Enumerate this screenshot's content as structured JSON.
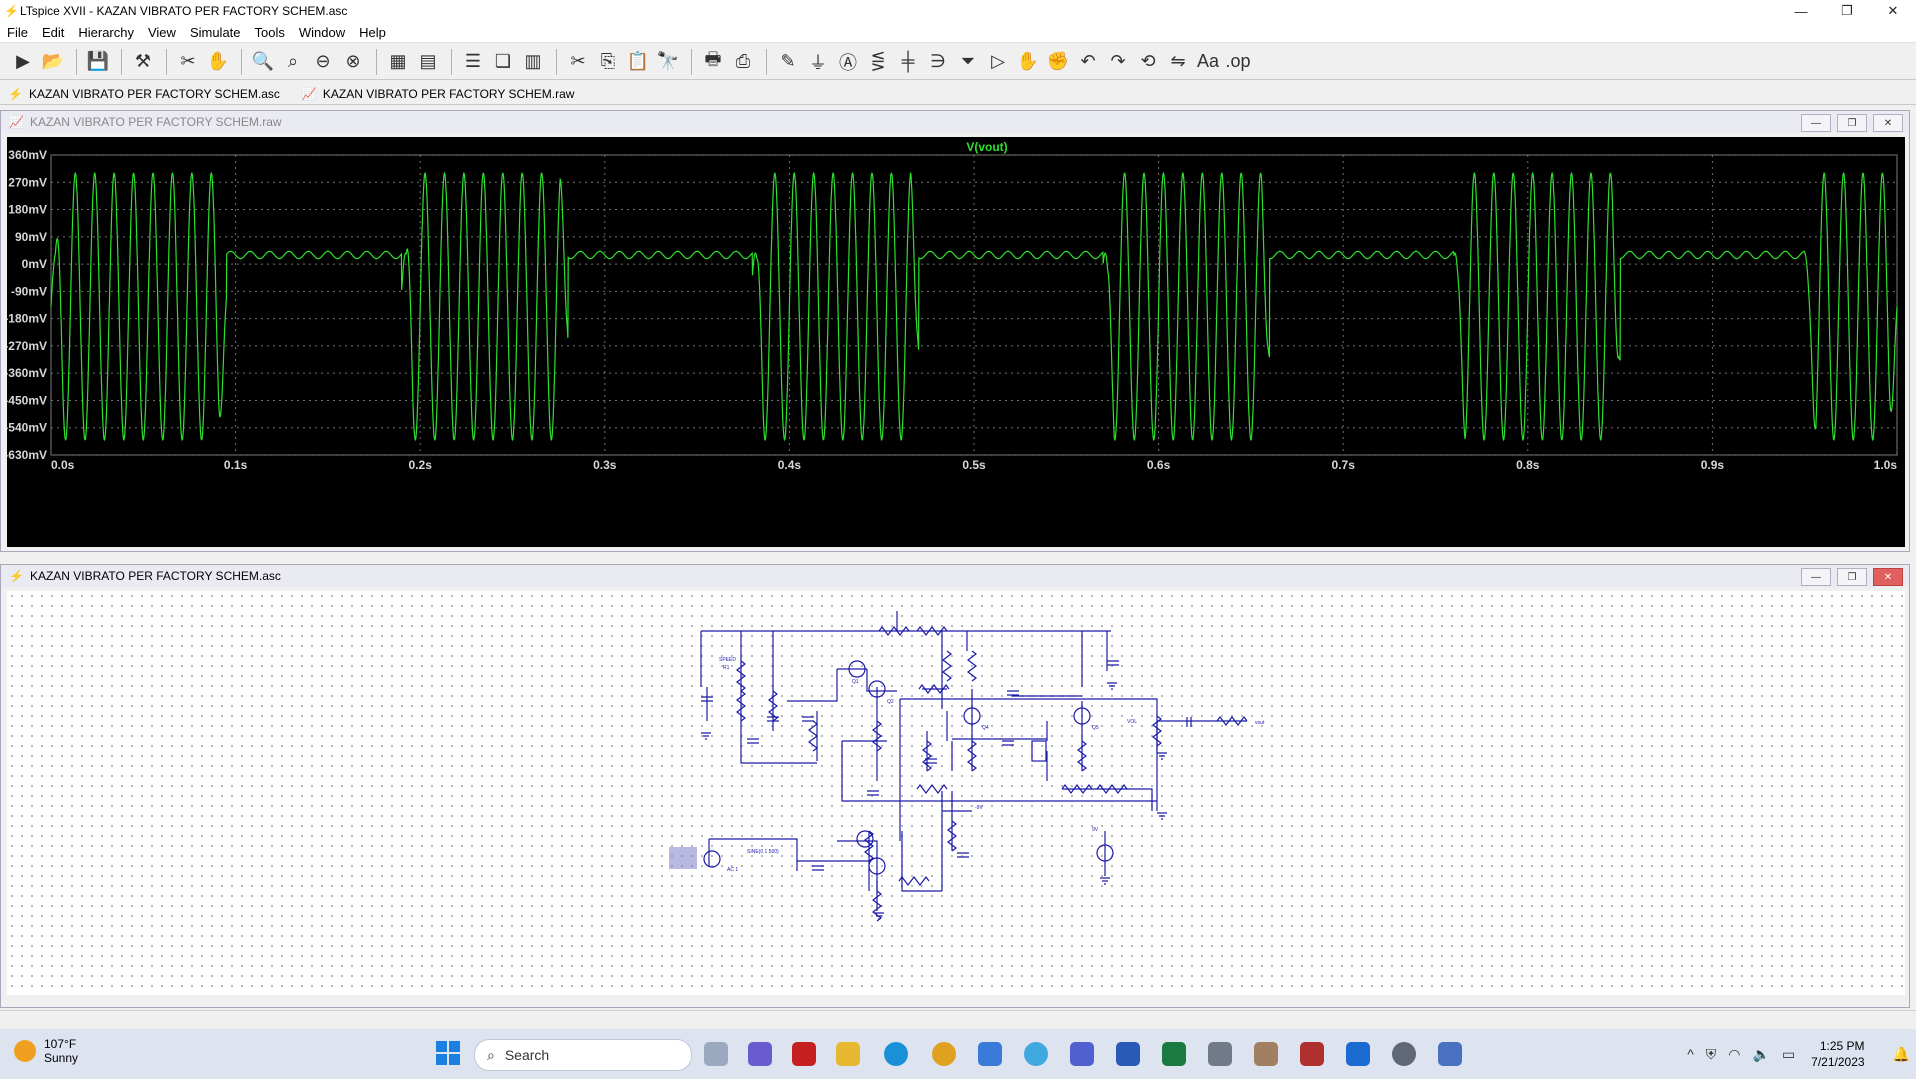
{
  "window": {
    "title": "LTspice XVII - KAZAN VIBRATO PER FACTORY SCHEM.asc"
  },
  "menu": [
    "File",
    "Edit",
    "Hierarchy",
    "View",
    "Simulate",
    "Tools",
    "Window",
    "Help"
  ],
  "tabs": [
    {
      "label": "KAZAN VIBRATO PER FACTORY SCHEM.asc"
    },
    {
      "label": "KAZAN VIBRATO PER FACTORY SCHEM.raw"
    }
  ],
  "plot_window": {
    "title": "KAZAN VIBRATO PER FACTORY SCHEM.raw"
  },
  "schematic_window": {
    "title": "KAZAN VIBRATO PER FACTORY SCHEM.asc"
  },
  "chart_data": {
    "type": "line",
    "title": "V(vout)",
    "series": [
      {
        "name": "V(vout)",
        "color": "#2ee02e"
      }
    ],
    "x_ticks": [
      "0.0s",
      "0.1s",
      "0.2s",
      "0.3s",
      "0.4s",
      "0.5s",
      "0.6s",
      "0.7s",
      "0.8s",
      "0.9s",
      "1.0s"
    ],
    "y_ticks": [
      "360mV",
      "270mV",
      "180mV",
      "90mV",
      "0mV",
      "-90mV",
      "-180mV",
      "-270mV",
      "-360mV",
      "-450mV",
      "-540mV",
      "-630mV"
    ],
    "xlim": [
      0,
      1.0
    ],
    "ylim": [
      -630,
      360
    ],
    "grid": true,
    "burst_intervals_s": [
      [
        0.0,
        0.095
      ],
      [
        0.19,
        0.28
      ],
      [
        0.38,
        0.47
      ],
      [
        0.57,
        0.66
      ],
      [
        0.76,
        0.85
      ],
      [
        0.95,
        1.0
      ]
    ],
    "burst_amplitude_mV": {
      "max": 300,
      "min": -580
    },
    "idle_level_mV": 30,
    "idle_ripple_mV": 12,
    "carrier_cycles_per_s": 95
  },
  "taskbar": {
    "weather_temp": "107°F",
    "weather_desc": "Sunny",
    "search_placeholder": "Search",
    "time": "1:25 PM",
    "date": "7/21/2023"
  }
}
